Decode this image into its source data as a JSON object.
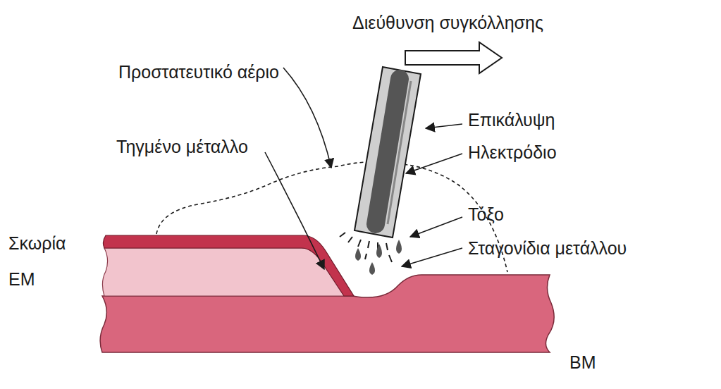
{
  "diagram": {
    "labels": [
      "Διεύθυνση συγκόλλησης",
      "Προστατευτικό αέριο",
      "Επικάλυψη",
      "Τηγμένο μέταλλο",
      "Ηλεκτρόδιο",
      "Τόξο",
      "Σκωρία",
      "Σταγονίδια μετάλλου",
      "ΕΜ",
      "ΒΜ"
    ]
  }
}
